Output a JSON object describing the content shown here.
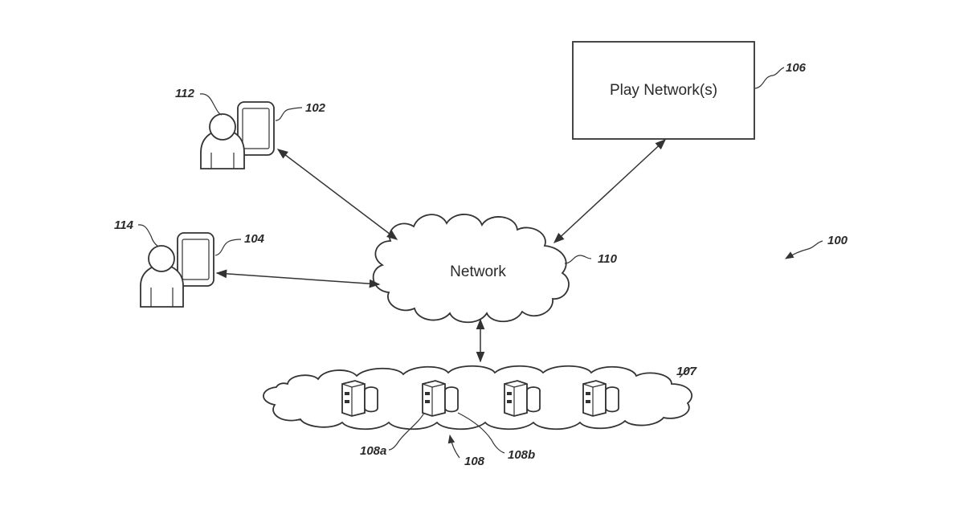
{
  "play_network": {
    "label": "Play Network(s)",
    "ref": "106"
  },
  "network": {
    "label": "Network",
    "ref": "110"
  },
  "system_ref": "100",
  "users": [
    {
      "ref": "112",
      "device_ref": "102"
    },
    {
      "ref": "114",
      "device_ref": "104"
    }
  ],
  "server_cloud": {
    "ref": "107",
    "server_ref": "108",
    "server_part_refs": [
      "108a",
      "108b"
    ]
  }
}
